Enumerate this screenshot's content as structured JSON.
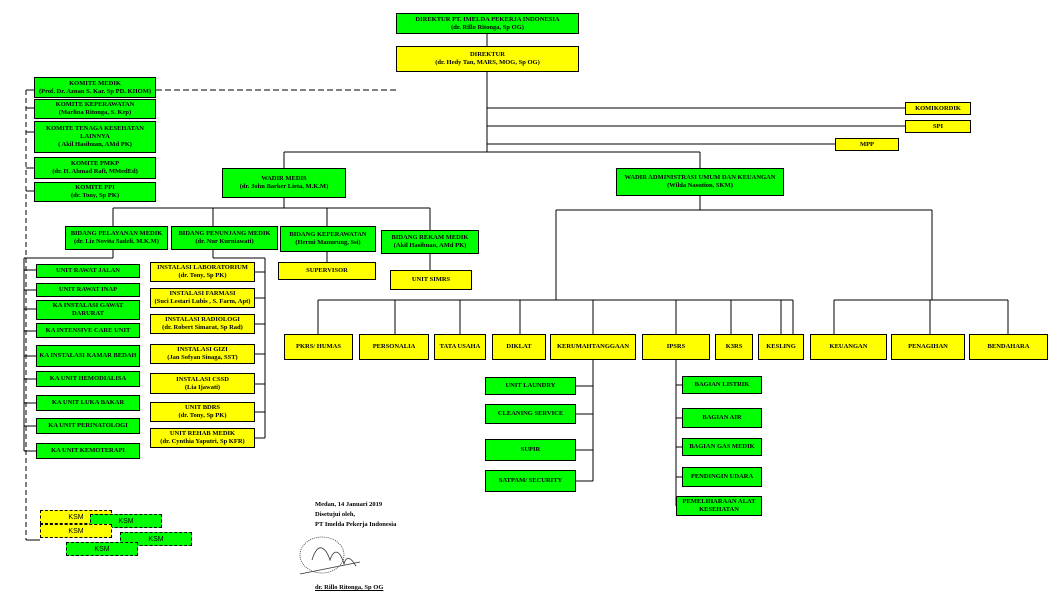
{
  "boxes": {
    "direktur_pt": {
      "title": "DIREKTUR PT. IMELDA PEKERJA INDONESIA",
      "name": "(dr. Rillo Ritonga, Sp OG)"
    },
    "direktur": {
      "title": "DIREKTUR",
      "name": "(dr. Hedy Tan, MARS, MOG, Sp OG)"
    },
    "komite_medik": {
      "title": "KOMITE MEDIK",
      "name": "(Prof. Dr. Aznan S. Kar. Sp PD. KHOM)"
    },
    "komite_keperawatan": {
      "title": "KOMITE KEPERAWATAN",
      "name": "(Marlina Ritonga, S. Kep)"
    },
    "komite_tenaga": {
      "title": "KOMITE TENAGA KESEHATAN LAINNYA",
      "name": "( Akil Hasibuan, AMd PK)"
    },
    "komite_pmkp": {
      "title": "KOMITE PMKP",
      "name": "(dr. H. Ahmad Rafi, MMedEd)"
    },
    "komite_ppi": {
      "title": "KOMITE PPI",
      "name": "(dr. Tony, Sp PK)"
    },
    "komikordik": {
      "title": "KOMIKORDIK"
    },
    "spi": {
      "title": "SPI"
    },
    "mpp": {
      "title": "MPP"
    },
    "wadir_medis": {
      "title": "WADIR MEDIS",
      "name": "(dr. John Barker Lieta, M.K.M)"
    },
    "wadir_admin": {
      "title": "WADIR ADMINISTRASI UMUM DAN KEUANGAN",
      "name": "(Wilda Nasution, SKM)"
    },
    "bidang_pelayanan": {
      "title": "BIDANG PELAYANAN MEDIK",
      "name": "(dr. Liz Novita Sadeli, M.K.M)"
    },
    "bidang_penunjang": {
      "title": "BIDANG PENUNJANG MEDIK",
      "name": "(dr. Nur Kurniawati)"
    },
    "bidang_keperawatan": {
      "title": "BIDANG KEPERAWATAN",
      "name": "(Hermi Manurung, Ssi)"
    },
    "bidang_rekam": {
      "title": "BIDANG REKAM MEDIK",
      "name": "(Akil Hasibuan, AMd PK)"
    },
    "supervisor": {
      "title": "SUPERVISOR"
    },
    "unit_simrs": {
      "title": "UNIT SIMRS"
    },
    "unit_rawat_jalan": {
      "title": "UNIT RAWAT JALAN"
    },
    "unit_rawat_inap": {
      "title": "UNIT RAWAT INAP"
    },
    "ka_gawat_darurat": {
      "title": "KA INSTALASI GAWAT DARURAT"
    },
    "ka_icu": {
      "title": "KA INTENSIVE CARE UNIT"
    },
    "ka_kamar_bedah": {
      "title": "KA INSTALASI KAMAR BEDAH"
    },
    "ka_hemodialisa": {
      "title": "KA UNIT HEMODIALISA"
    },
    "ka_luka_bakar": {
      "title": "KA UNIT LUKA BAKAR"
    },
    "ka_perinatologi": {
      "title": "KA UNIT PERINATOLOGI"
    },
    "ka_kemoterapi": {
      "title": "KA UNIT KEMOTERAPI"
    },
    "inst_lab": {
      "title": "INSTALASI LABORATORIUM",
      "name": "(dr. Tony, Sp PK)"
    },
    "inst_farmasi": {
      "title": "INSTALASI FARMASI",
      "name": "(Suci Lestari Lubis , S. Farm, Apt)"
    },
    "inst_radiologi": {
      "title": "INSTALASI RADIOLOGI",
      "name": "(dr. Robert Simarat, Sp Rad)"
    },
    "inst_gizi": {
      "title": "INSTALASI GIZI",
      "name": "(Jan Sofyan Sinaga, SST)"
    },
    "inst_cssd": {
      "title": "INSTALASI CSSD",
      "name": "(Lia Ijawati)"
    },
    "unit_bdrs": {
      "title": "UNIT BDRS",
      "name": "(dr. Tony, Sp PK)"
    },
    "unit_rehab": {
      "title": "UNIT REHAB MEDIK",
      "name": "(dr. Cynthia Yaputri, Sp KFR)"
    },
    "pkrs": {
      "title": "PKRS/ HUMAS"
    },
    "personalia": {
      "title": "PERSONALIA"
    },
    "tata_usaha": {
      "title": "TATA USAHA"
    },
    "diklat": {
      "title": "DIKLAT"
    },
    "kerumahtanggaan": {
      "title": "KERUMAHTANGGAAN"
    },
    "ipsrs": {
      "title": "IPSRS"
    },
    "k3rs": {
      "title": "K3RS"
    },
    "kesling": {
      "title": "KESLING"
    },
    "keuangan": {
      "title": "KEUANGAN"
    },
    "penagihan": {
      "title": "PENAGIHAN"
    },
    "bendahara": {
      "title": "BENDAHARA"
    },
    "unit_laundry": {
      "title": "UNIT LAUNDRY"
    },
    "cleaning_service": {
      "title": "CLEANING SERVICE"
    },
    "supir": {
      "title": "SUPIR"
    },
    "satpam": {
      "title": "SATPAM/ SECURITY"
    },
    "bagian_listrik": {
      "title": "BAGIAN LISTRIK"
    },
    "bagian_air": {
      "title": "BAGIAN AIR"
    },
    "bagian_gas": {
      "title": "BAGIAN GAS MEDIK"
    },
    "pendingin_udara": {
      "title": "PENDINGIN UDARA"
    },
    "pemeliharaan": {
      "title": "PEMELIHARAAN ALAT KESEHATAN"
    }
  },
  "ksm_label": "KSM",
  "signature": {
    "place_date": "Medan, 14 Januari  2019",
    "approved": "Disetujui oleh,",
    "company": "PT Imelda Pekerja Indonesia",
    "signer": "dr. Rillo Ritonga, Sp OG"
  },
  "colors": {
    "green": "#00ff00",
    "yellow": "#ffff00",
    "line": "#000000"
  }
}
